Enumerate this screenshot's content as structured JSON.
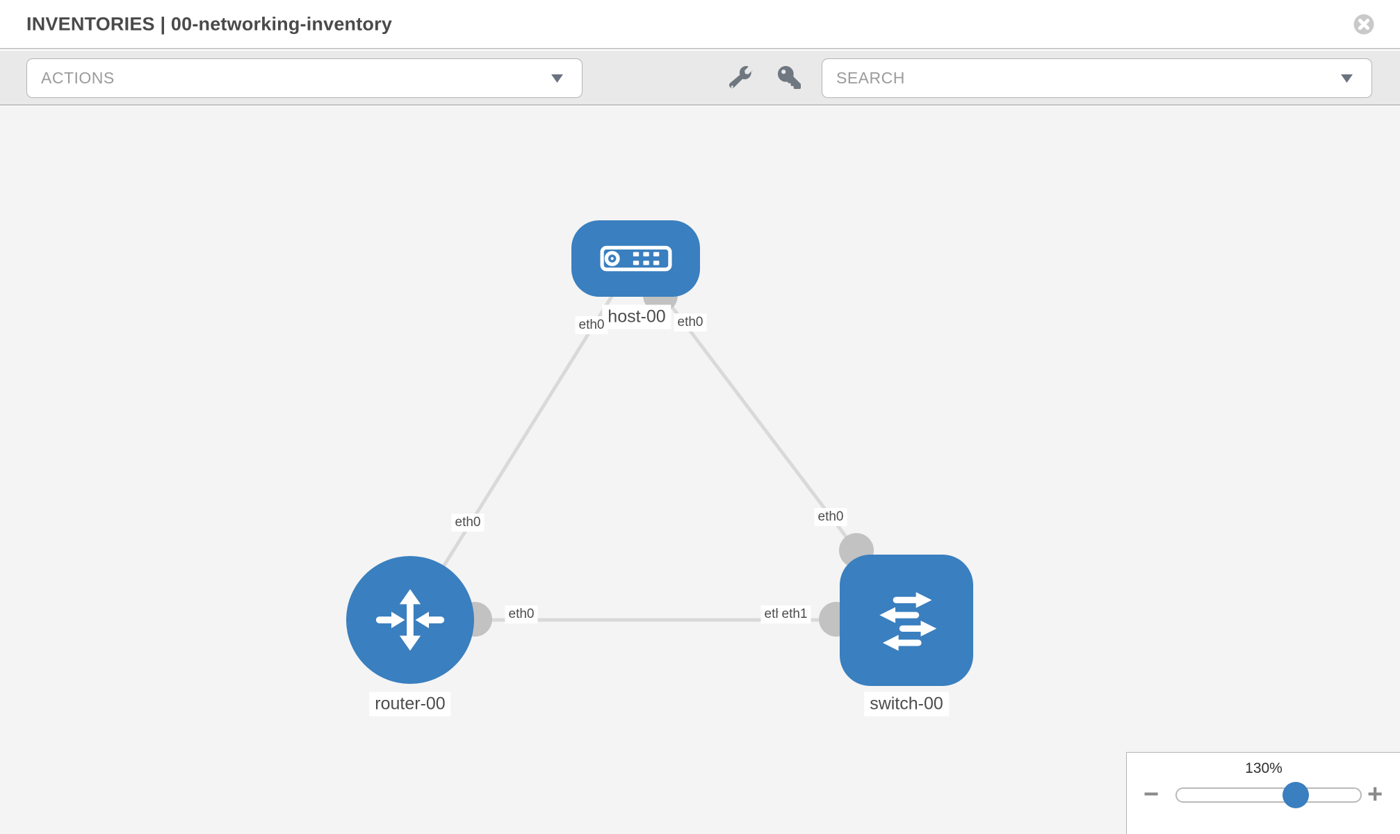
{
  "header": {
    "title": "INVENTORIES | 00-networking-inventory"
  },
  "toolbar": {
    "actions_label": "ACTIONS",
    "search_label": "SEARCH",
    "buttons": [
      {
        "icon": "wrench-icon"
      },
      {
        "icon": "key-icon"
      }
    ]
  },
  "topology": {
    "nodes": [
      {
        "label": "host-00",
        "type": "host",
        "icon": "server-icon"
      },
      {
        "label": "router-00",
        "type": "router",
        "icon": "router-icon"
      },
      {
        "label": "switch-00",
        "type": "switch",
        "icon": "switch-icon"
      }
    ],
    "links": [
      {
        "from": "host-00",
        "to": "router-00",
        "labels": {
          "from_end": "eth0",
          "to_end": "eth0"
        }
      },
      {
        "from": "host-00",
        "to": "switch-00",
        "labels": {
          "from_end": "eth0",
          "to_end": "eth0"
        }
      },
      {
        "from": "router-00",
        "to": "switch-00",
        "labels": {
          "from_end": "eth0",
          "to_end": "eth1",
          "to_end_overlap": "eth0"
        }
      }
    ]
  },
  "zoom_control": {
    "level": "130%",
    "zoom_out": "−",
    "zoom_in": "+"
  },
  "theme": {
    "node-blue": "#3a7fbf",
    "link-gray": "#d9d9d9",
    "port-gray": "#c2c2c2",
    "icon-gray": "#6f7780",
    "text-gray": "#4c4c4c",
    "placeholder-gray": "#9b9b9b"
  }
}
